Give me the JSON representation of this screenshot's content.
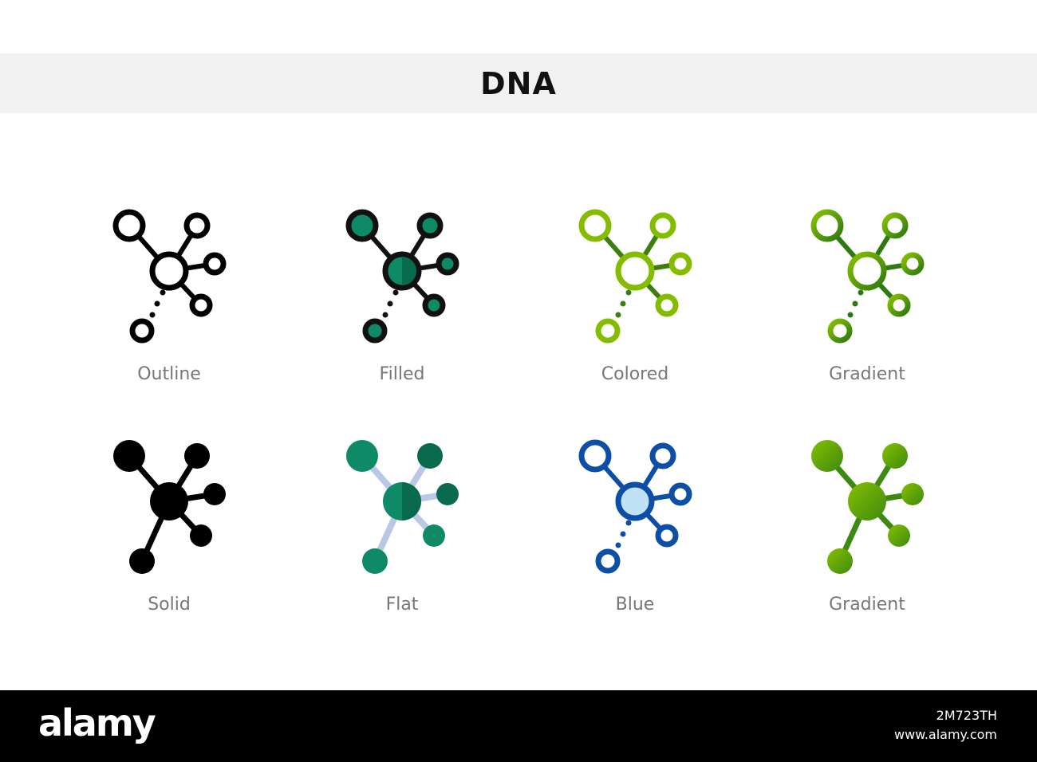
{
  "header": {
    "title": "DNA"
  },
  "icons": [
    {
      "label": "Outline",
      "style": "outline",
      "colors": {
        "stroke": "#000000",
        "bond": "#000000"
      }
    },
    {
      "label": "Filled",
      "style": "filled",
      "colors": {
        "stroke": "#111111",
        "fill": "#0e8a66",
        "fill_dark": "#0a6a4e"
      }
    },
    {
      "label": "Colored",
      "style": "colored",
      "colors": {
        "stroke": "#84bd00",
        "bond": "#3e7d10"
      }
    },
    {
      "label": "Gradient",
      "style": "gradient-outline",
      "colors": {
        "start": "#88c100",
        "end": "#2e7a10"
      }
    },
    {
      "label": "Solid",
      "style": "solid",
      "colors": {
        "fill": "#000000"
      }
    },
    {
      "label": "Flat",
      "style": "flat",
      "colors": {
        "fill": "#0e8a66",
        "fill_dark": "#0a6a4e",
        "bond": "#b9c8e6"
      }
    },
    {
      "label": "Blue",
      "style": "blue",
      "colors": {
        "stroke": "#0d4ea6",
        "center_fill": "#bfe2f7"
      }
    },
    {
      "label": "Gradient",
      "style": "gradient-solid",
      "colors": {
        "start": "#86bf00",
        "end": "#3d8a10"
      }
    }
  ],
  "footer": {
    "brand": "alamy",
    "image_id": "2M723TH",
    "site": "www.alamy.com"
  }
}
